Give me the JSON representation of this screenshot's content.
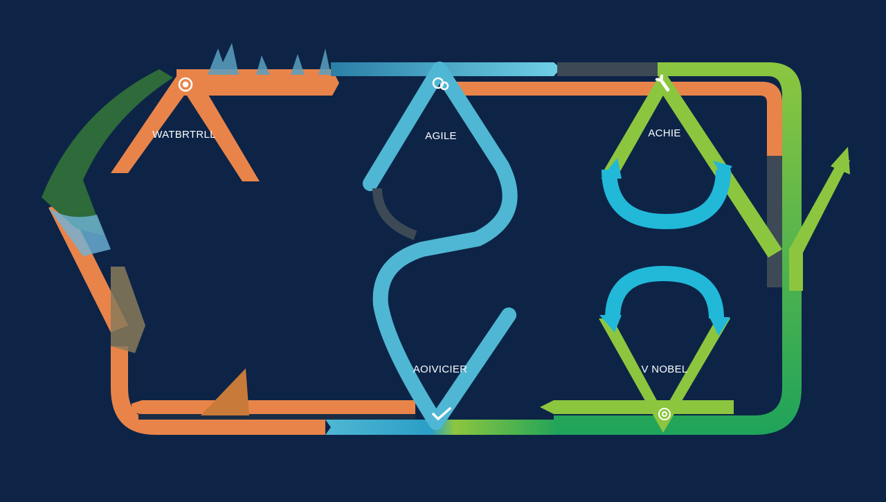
{
  "colors": {
    "background": "#0d2447",
    "orange": "#e8844a",
    "blue": "#4fb7d3",
    "cyan": "#22b8d8",
    "green": "#8cc63f",
    "deep_green": "#1fa35a",
    "gray": "#3d4a55"
  },
  "labels": {
    "waterfall": "WATBRTRLL",
    "agile": "AGILE",
    "agile_right": "ACHIE",
    "advicer": "AOIVICIER",
    "v_model": "V NOBEL"
  },
  "icons": {
    "top_left": "gear-cluster-icon",
    "top_center": "gear-cluster-icon",
    "top_right": "wrench-icon",
    "bottom_center": "checkmark-icon",
    "bottom_right": "gear-cluster-icon"
  }
}
